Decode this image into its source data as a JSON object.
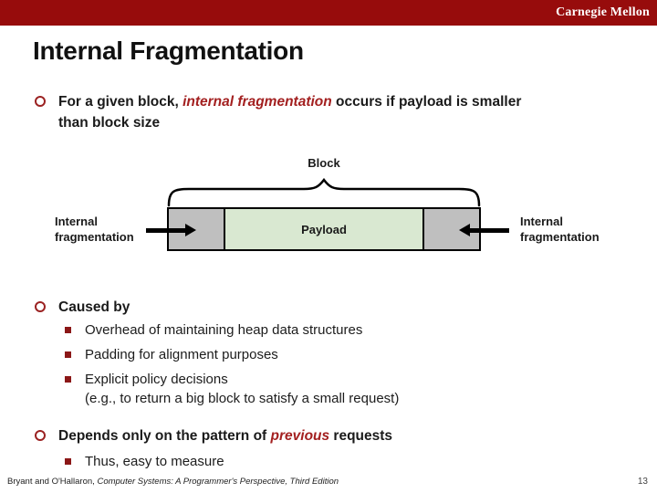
{
  "header": {
    "brand": "Carnegie Mellon"
  },
  "slide": {
    "title": "Internal Fragmentation",
    "bullet1": {
      "pre": "For a given block, ",
      "emphasis": "internal fragmentation",
      "post": " occurs if payload is smaller than block size"
    },
    "caused_by": {
      "label": "Caused by",
      "items": [
        "Overhead of maintaining heap data structures",
        "Padding for alignment purposes",
        "Explicit policy decisions"
      ],
      "item3_continuation": "(e.g., to return a big block to satisfy a small request)"
    },
    "depends": {
      "pre": "Depends only on the pattern of ",
      "emphasis": "previous",
      "post": " requests",
      "item": "Thus, easy to measure"
    }
  },
  "diagram": {
    "block_label": "Block",
    "payload_label": "Payload",
    "left_label": "Internal fragmentation",
    "right_label": "Internal fragmentation"
  },
  "footer": {
    "citation_author": "Bryant and O'Hallaron, ",
    "citation_title": "Computer Systems: A Programmer's Perspective, Third Edition",
    "page_number": "13"
  },
  "colors": {
    "header_red": "#970C0C",
    "accent_red": "#A32020",
    "bullet_red": "#8B1717",
    "block_gray": "#BFBFBF",
    "payload_green": "#D9E8D1"
  }
}
